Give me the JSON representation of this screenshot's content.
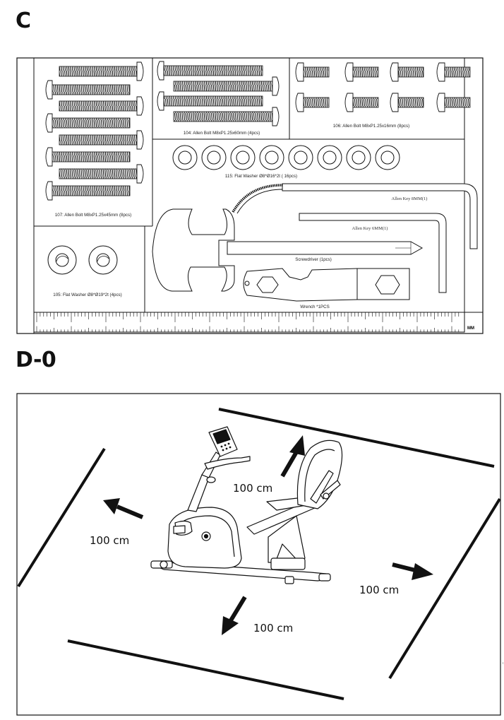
{
  "section_c": {
    "heading": "C",
    "parts": {
      "bolt_107": "107:  Allen Bolt  M8xP1.25x45mm  (8pcs)",
      "bolt_104": "104:  Allen Bolt  M8xP1.25x60mm  (4pcs)",
      "bolt_106": "106:  Allen Bolt  M8xP1.25x16mm  (8pcs)",
      "washer_115": "115: Flat Washer Ø8*Ø16*2t  ( 16pcs)",
      "allen_key_8": "Allen Key  8MM(1)",
      "allen_key_6": "Allen Key  6MM(1)",
      "screwdriver": "Screwdriver (1pcs)",
      "washer_105": "105: Flat Washer Ø8*Ø19*2t  (4pcs)",
      "wrench": "Wrench *1PCS",
      "ruler_unit": "MM"
    }
  },
  "section_d0": {
    "heading": "D-0",
    "clearance_top": "100 cm",
    "clearance_left": "100 cm",
    "clearance_right": "100 cm",
    "clearance_bottom": "100 cm"
  }
}
